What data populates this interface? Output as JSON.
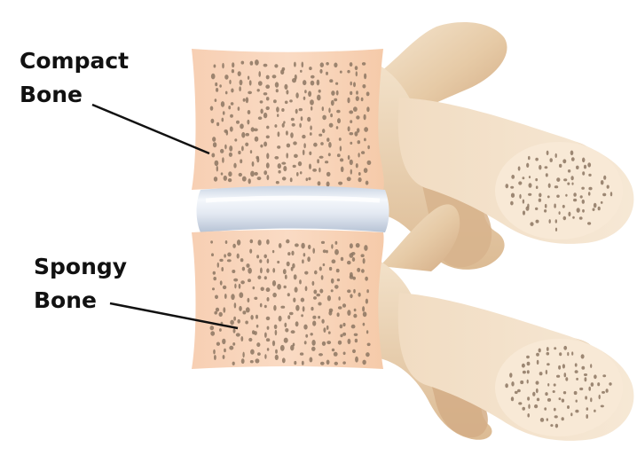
{
  "labels": {
    "compact_line1": "Compact",
    "compact_line2": "Bone",
    "spongy_line1": "Spongy",
    "spongy_line2": "Bone"
  },
  "colors": {
    "background": "#ffffff",
    "vertebral_body": "#f9d6bd",
    "vertebral_body_edge": "#f3c2a2",
    "pores": "#8c7662",
    "process_light": "#f2e1c9",
    "process_mid": "#e3c6a2",
    "process_shadow": "#c9a07a",
    "disc_light": "#ffffff",
    "disc_mid": "#dce4ef",
    "disc_shadow": "#bcc8d8",
    "leader_line": "#111111",
    "label_text": "#111111"
  }
}
